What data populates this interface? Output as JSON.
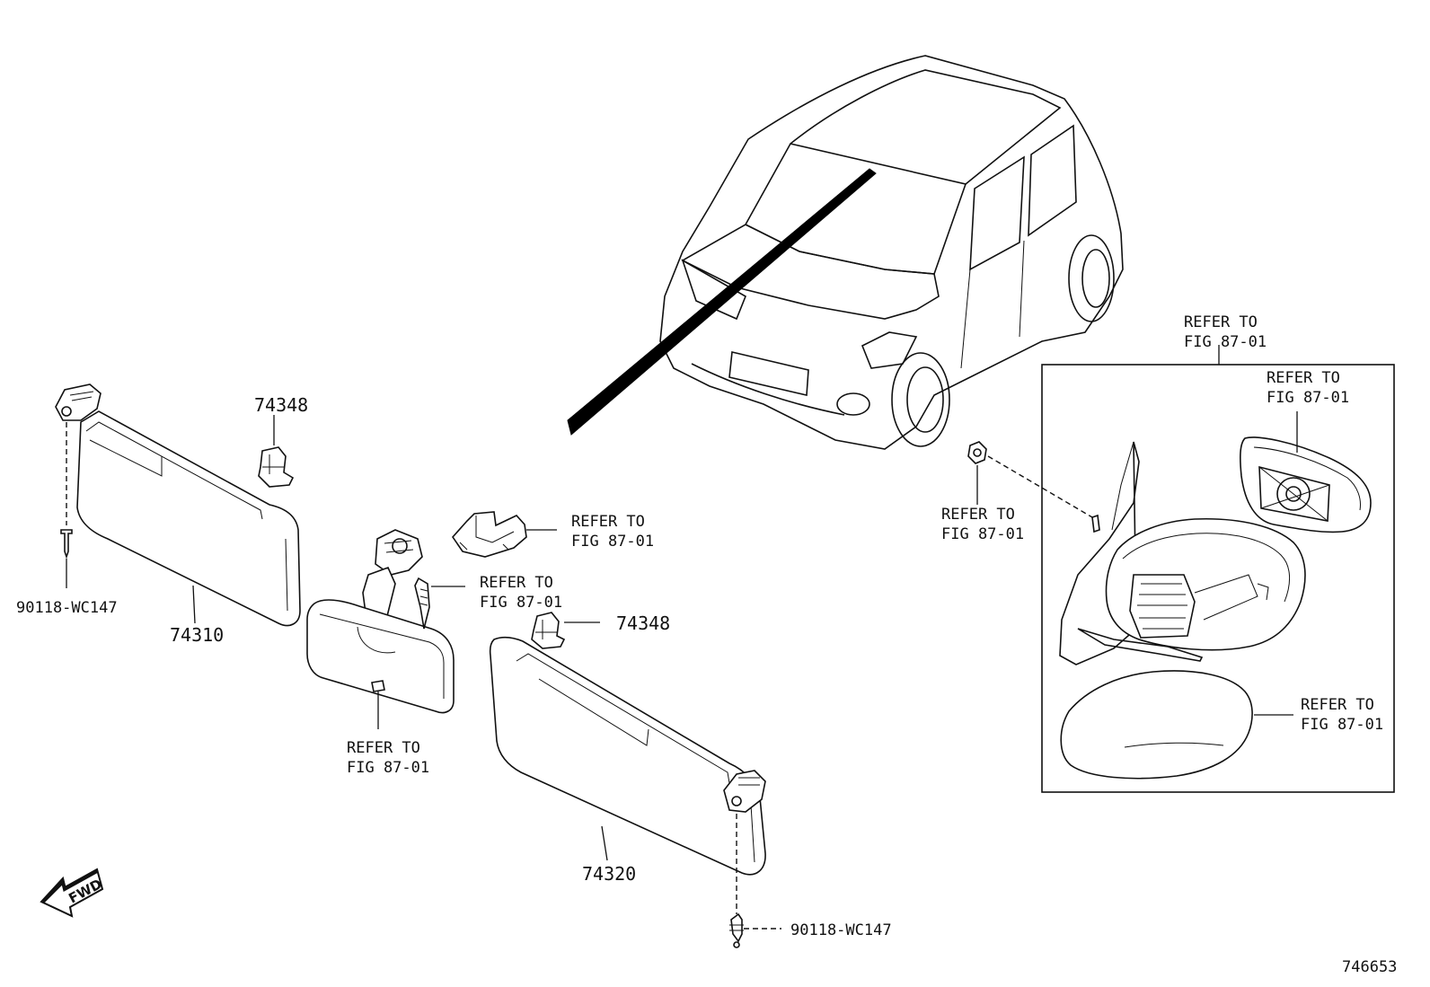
{
  "labels": {
    "refer_to": "REFER TO",
    "fig_ref": "FIG 87-01",
    "part_sun_visor_lh": "74310",
    "part_sun_visor_rh": "74320",
    "part_holder_top": "74348",
    "part_holder_right": "74348",
    "part_screw_left": "90118-WC147",
    "part_screw_bottom": "90118-WC147",
    "fwd": "FWD",
    "illustration_number": "746653"
  }
}
